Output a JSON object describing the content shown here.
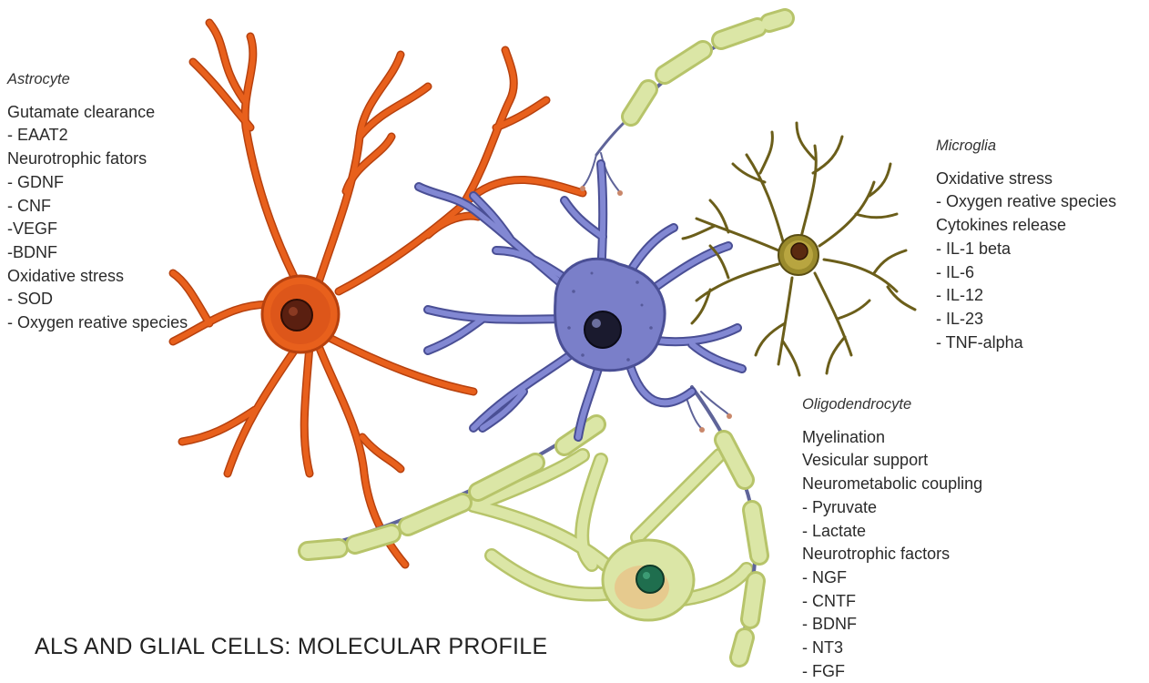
{
  "colors": {
    "astrocyte": "#e8601c",
    "astrocyte_dark": "#b7410e",
    "neuron": "#7a7fc9",
    "microglia": "#6b5e1a",
    "oligodendrocyte": "#dbe6a6",
    "myelin": "#d9e2a0",
    "axon": "#5f6499"
  },
  "title": "ALS AND GLIAL CELLS: MOLECULAR PROFILE",
  "astrocyte": {
    "name": "Astrocyte",
    "lines": [
      "Gutamate clearance",
      "- EAAT2",
      "Neurotrophic fators",
      "- GDNF",
      "- CNF",
      "-VEGF",
      "-BDNF",
      "Oxidative stress",
      "- SOD",
      "- Oxygen reative species"
    ]
  },
  "microglia": {
    "name": "Microglia",
    "lines": [
      "Oxidative stress",
      "- Oxygen reative species",
      "Cytokines release",
      "- IL-1 beta",
      "- IL-6",
      "- IL-12",
      "- IL-23",
      "- TNF-alpha"
    ]
  },
  "oligodendrocyte": {
    "name": "Oligodendrocyte",
    "lines": [
      "Myelination",
      "Vesicular support",
      "Neurometabolic coupling",
      "- Pyruvate",
      "- Lactate",
      "Neurotrophic factors",
      "- NGF",
      "- CNTF",
      "- BDNF",
      "- NT3",
      "- FGF"
    ]
  }
}
